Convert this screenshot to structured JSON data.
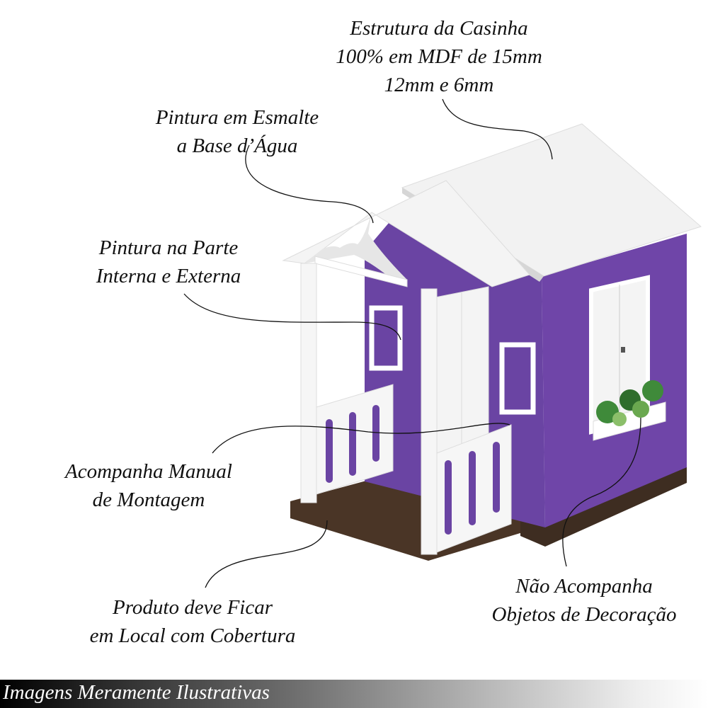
{
  "annotations": {
    "structure": [
      "Estrutura da Casinha",
      "100%  em MDF de 15mm",
      "12mm e 6mm"
    ],
    "paint": [
      "Pintura em Esmalte",
      "a Base d’Água"
    ],
    "inside_outside": [
      "Pintura na Parte",
      "Interna e Externa"
    ],
    "manual": [
      "Acompanha Manual",
      "de Montagem"
    ],
    "covered": [
      "Produto deve Ficar",
      "em Local com Cobertura"
    ],
    "decoration": [
      "Não Acompanha",
      "Objetos de Decoração"
    ]
  },
  "footer": {
    "text": "Imagens Meramente Ilustrativas"
  },
  "colors": {
    "wall": "#6a44a3",
    "wall_side": "#6f45a8",
    "trim": "#ffffff",
    "base": "#4a3526",
    "plant": "#3f8a3a"
  }
}
